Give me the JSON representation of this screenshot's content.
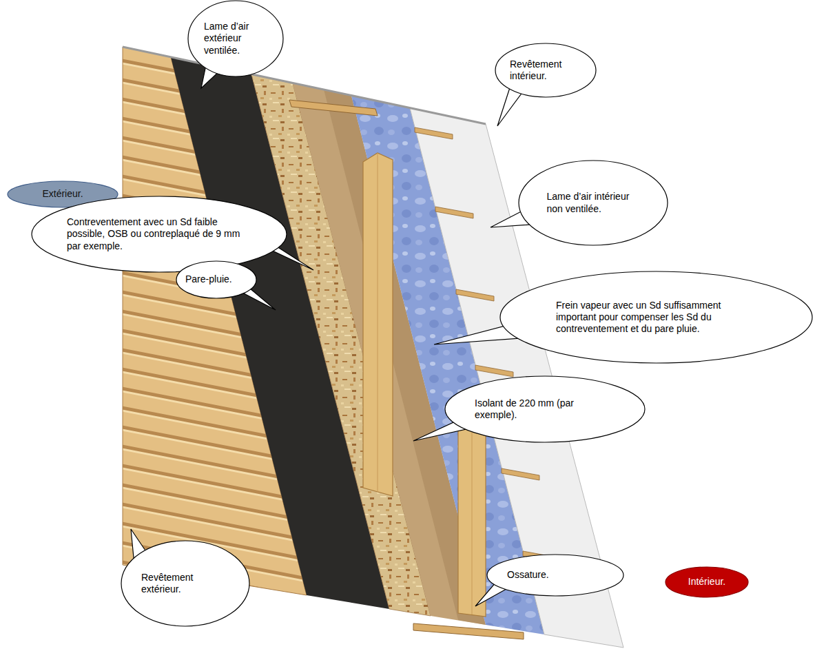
{
  "diagram": {
    "nodes": [
      {
        "text": [
          "Lame d’air extérieur ventilée."
        ]
      },
      {
        "text": [
          "Revêtement intérieur."
        ]
      },
      {
        "text": [
          "Lame d’air intérieur non ventilée."
        ]
      },
      {
        "text": [
          "Extérieur."
        ]
      },
      {
        "text": [
          "Contreventement avec un Sd faible possible, OSB ou contreplaqué de 9 mm par exemple."
        ]
      },
      {
        "text": [
          "Pare-pluie."
        ]
      },
      {
        "text": [
          "Frein vapeur avec un Sd suffisamment important pour compenser les Sd du contreventement et du pare pluie."
        ]
      },
      {
        "text": [
          "Isolant de 220 mm (par exemple)."
        ]
      },
      {
        "text": [
          "Revêtement extérieur."
        ]
      },
      {
        "text": [
          "Ossature."
        ]
      },
      {
        "text": [
          "Intérieur."
        ]
      }
    ]
  }
}
